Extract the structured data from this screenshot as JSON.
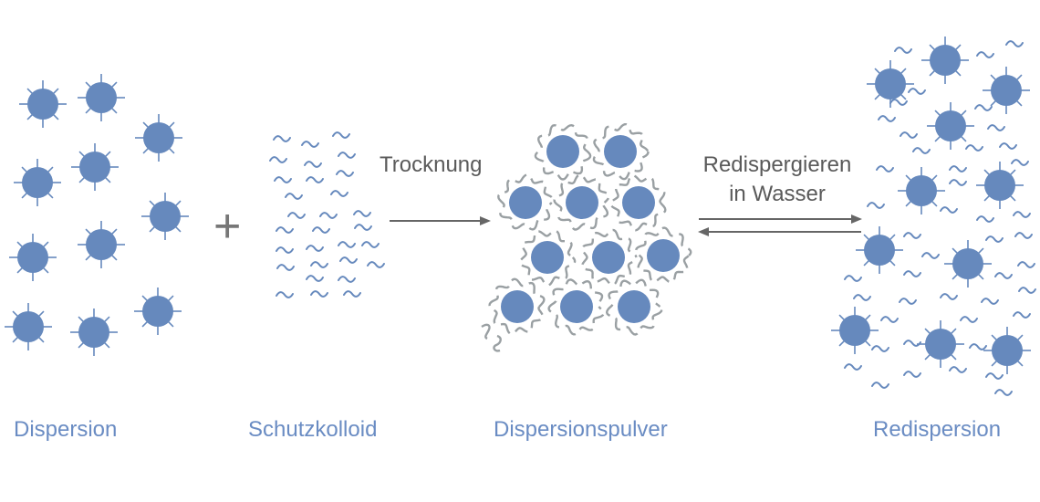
{
  "labels": {
    "dispersion": "Dispersion",
    "schutzkolloid": "Schutzkolloid",
    "dispersionspulver": "Dispersionspulver",
    "redispersion": "Redispersion"
  },
  "steps": {
    "plus": "+",
    "trocknung": "Trocknung",
    "redispergieren_line1": "Redispergieren",
    "redispergieren_line2": "in Wasser"
  },
  "colors": {
    "particle": "#6689bd",
    "polymer_wave": "#6689bd",
    "dried_shell": "#9aa0a3",
    "arrow": "#666666",
    "label": "#6a8cc3"
  }
}
